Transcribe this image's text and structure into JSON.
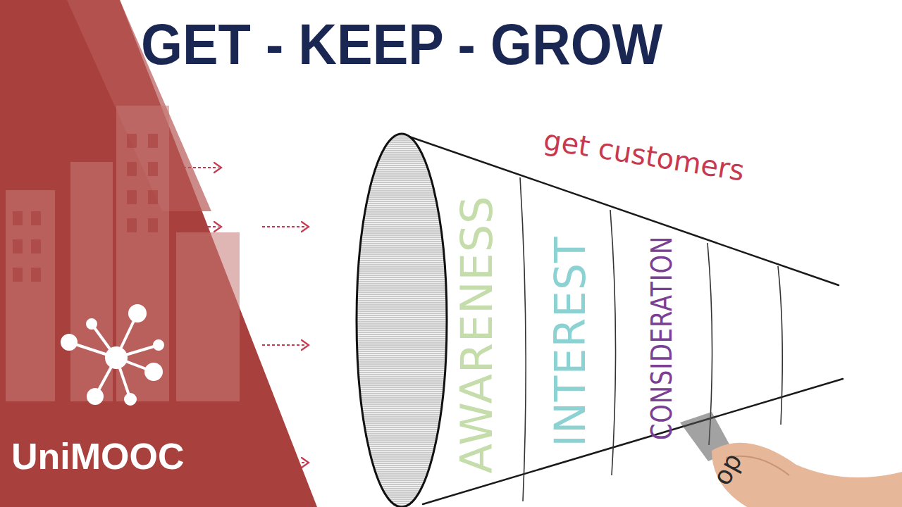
{
  "diagram": {
    "title": "GET - KEEP - GROW",
    "nodes": [
      {
        "text": [
          "AWARENESS"
        ]
      },
      {
        "text": [
          "INTEREST"
        ]
      },
      {
        "text": [
          "CONSIDERATION"
        ]
      }
    ],
    "labels": [
      "get customers",
      "op",
      "UniMOOC"
    ]
  }
}
